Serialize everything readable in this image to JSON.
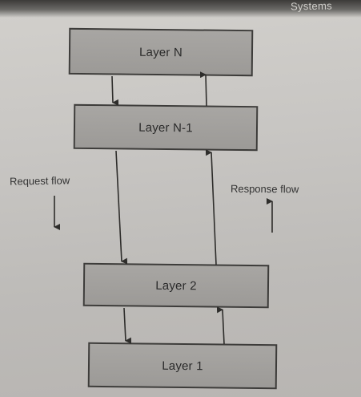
{
  "header": {
    "text": "Systems"
  },
  "diagram": {
    "layers": {
      "layer_n": "Layer N",
      "layer_n_1": "Layer N-1",
      "layer_2": "Layer 2",
      "layer_1": "Layer 1"
    },
    "request_flow_label": "Request flow",
    "response_flow_label": "Response flow"
  }
}
